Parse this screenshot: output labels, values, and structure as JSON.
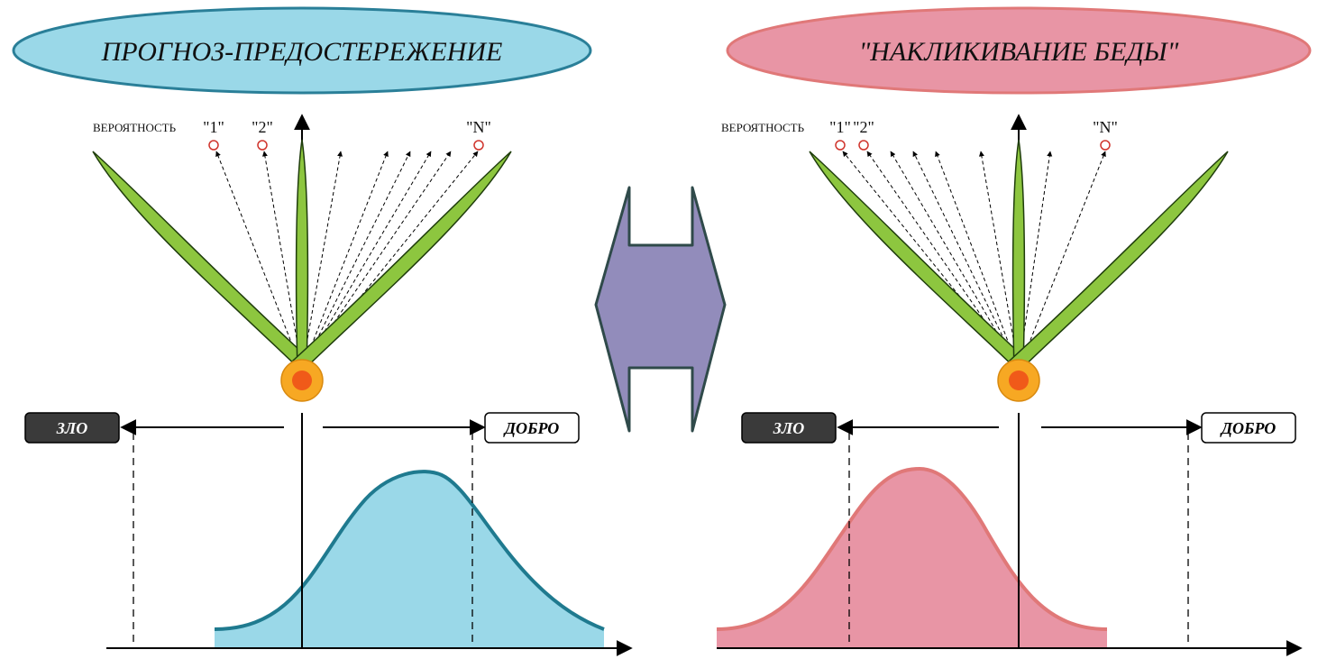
{
  "left": {
    "title": "ПРОГНОЗ-ПРЕДОСТЕРЕЖЕНИЕ",
    "probability_label": "ВЕРОЯТНОСТЬ",
    "labels": [
      "\"1\"",
      "\"2\"",
      "\"N\""
    ],
    "evil": "ЗЛО",
    "good": "ДОБРО",
    "color": "#9ad8e8",
    "stroke": "#2a7f98"
  },
  "right": {
    "title": "\"НАКЛИКИВАНИЕ БЕДЫ\"",
    "probability_label": "ВЕРОЯТНОСТЬ",
    "labels": [
      "\"1\"",
      "\"2\"",
      "\"N\""
    ],
    "evil": "ЗЛО",
    "good": "ДОБРО",
    "color": "#e895a5",
    "stroke": "#e07878"
  },
  "colors": {
    "leaf": "#8dc63f",
    "leaf_stroke": "#1f3d0c",
    "flower_outer": "#f7a823",
    "flower_inner": "#f05a19",
    "exchange_arrow": "#928cbb",
    "exchange_stroke": "#2f4a4a",
    "evil_tag": "#3a3a3a"
  }
}
